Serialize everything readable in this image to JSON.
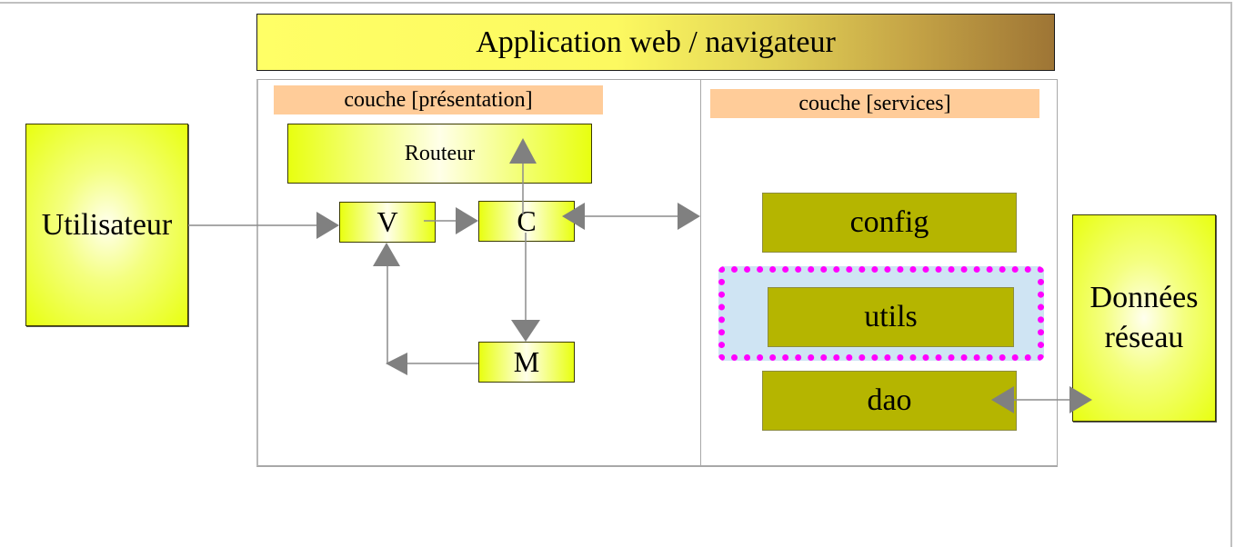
{
  "diagram": {
    "title": "Application web / navigateur",
    "layers": {
      "presentation": {
        "label": "couche [présentation]"
      },
      "services": {
        "label": "couche [services]"
      }
    },
    "external": {
      "user": "Utilisateur",
      "data": "Données réseau"
    },
    "presentation_nodes": {
      "router": "Routeur",
      "view": "V",
      "controller": "C",
      "model": "M"
    },
    "service_nodes": {
      "config": "config",
      "utils": "utils",
      "dao": "dao"
    },
    "highlighted_node": "utils",
    "colors": {
      "title_gradient_start": "#ffff66",
      "title_gradient_end": "#9e7535",
      "layer_label_bg": "#ffcc99",
      "yellow_node": "#e8ff10",
      "olive_node": "#b5b500",
      "highlight_border": "#ff00ff",
      "highlight_fill": "#cfe4f3",
      "connector": "#808080"
    },
    "edges": [
      {
        "from": "Utilisateur",
        "to": "V",
        "direction": "forward"
      },
      {
        "from": "V",
        "to": "C",
        "direction": "forward"
      },
      {
        "from": "C",
        "to": "Routeur",
        "direction": "forward"
      },
      {
        "from": "C",
        "to": "M",
        "direction": "forward"
      },
      {
        "from": "M",
        "to": "V",
        "direction": "forward"
      },
      {
        "from": "C",
        "to": "couche [services]",
        "direction": "both"
      },
      {
        "from": "dao",
        "to": "Données réseau",
        "direction": "both"
      }
    ]
  }
}
